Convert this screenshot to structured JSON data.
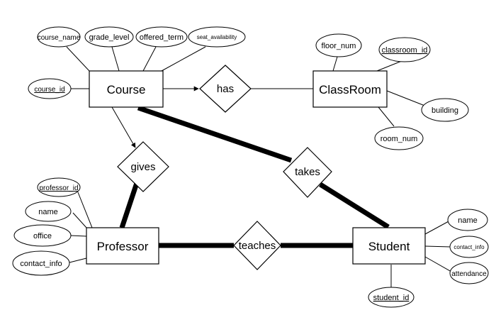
{
  "entities": {
    "course": "Course",
    "classroom": "ClassRoom",
    "professor": "Professor",
    "student": "Student"
  },
  "relationships": {
    "has": "has",
    "gives": "gives",
    "takes": "takes",
    "teaches": "teaches"
  },
  "attributes": {
    "course_name": "course_name",
    "grade_level": "grade_level",
    "offered_term": "offered_term",
    "seat_availability": "seat_availability",
    "course_id": "course_id",
    "floor_num": "floor_num",
    "classroom_id": "classroom_id",
    "building": "building",
    "room_num": "room_num",
    "professor_id": "professor_id",
    "professor_name": "name",
    "office": "office",
    "contact_info": "contact_info",
    "student_name": "name",
    "student_contact_info": "contact_info",
    "attendance": "attendance",
    "student_id": "student_id"
  }
}
